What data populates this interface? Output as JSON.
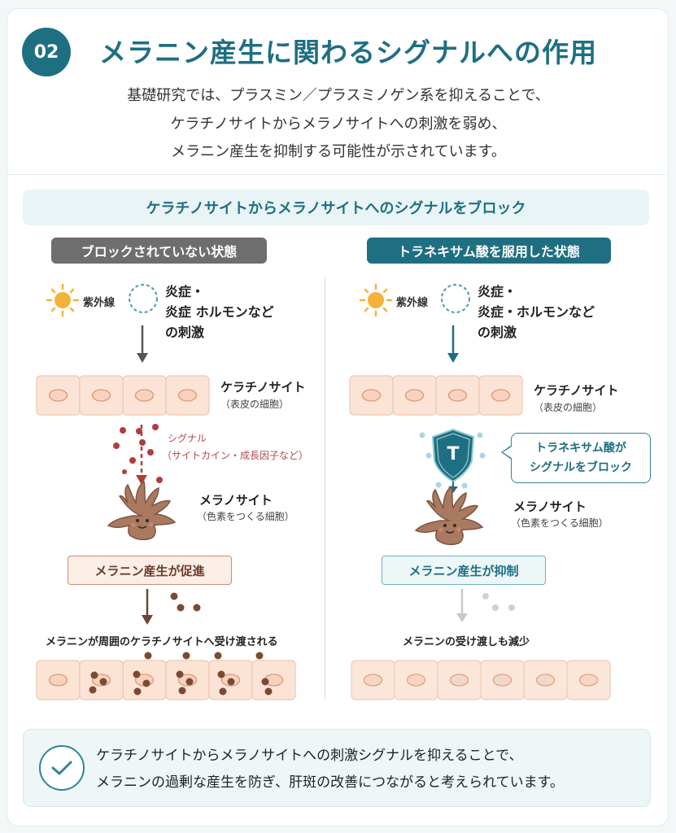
{
  "header": {
    "number": "02",
    "title": "メラニン産生に関わるシグナルへの作用",
    "intro": [
      "基礎研究では、プラスミン／プラスミノゲン系を抑えることで、",
      "ケラチノサイトからメラノサイトへの刺激を弱め、",
      "メラニン産生を抑制する可能性が示されています。"
    ]
  },
  "banner": "ケラチノサイトからメラノサイトへのシグナルをブロック",
  "left": {
    "title": "ブロックされていない状態",
    "uv": "紫外線",
    "stimulus": [
      "炎症・",
      "炎症 ホルモンなど",
      "の刺激"
    ],
    "keratinocyte": "ケラチノサイト",
    "keratinocyte_sub": "（表皮の細胞）",
    "signal": "シグナル",
    "signal_sub": "（サイトカイン・成長因子など）",
    "melanocyte": "メラノサイト",
    "melanocyte_sub": "（色素をつくる細胞）",
    "result": "メラニン産生が促進",
    "transfer": "メラニンが周囲のケラチノサイトへ受け渡される"
  },
  "right": {
    "title": "トラネキサム酸を服用した状態",
    "uv": "紫外線",
    "stimulus": [
      "炎症・",
      "炎症・ホルモンなど",
      "の刺激"
    ],
    "keratinocyte": "ケラチノサイト",
    "keratinocyte_sub": "（表皮の細胞）",
    "shield_letter": "T",
    "callout": [
      "トラネキサム酸が",
      "シグナルをブロック"
    ],
    "melanocyte": "メラノサイト",
    "melanocyte_sub": "（色素をつくる細胞）",
    "result": "メラニン産生が抑制",
    "transfer": "メラニンの受け渡しも減少"
  },
  "summary": [
    "ケラチノサイトからメラノサイトへの刺激シグナルを抑えることで、",
    "メラニンの過剰な産生を防ぎ、肝斑の改善につながると考えられています。"
  ],
  "icons": [
    "sun-icon",
    "stimulus-ring-icon",
    "arrow-icon",
    "shield-icon",
    "check-icon",
    "melanocyte-icon"
  ],
  "colors": {
    "accent": "#1e6f82",
    "gray_pill": "#6e6e6e",
    "skin": "#fbe4d6",
    "melanin": "#7a4a33",
    "signal_red": "#b33b3b"
  }
}
